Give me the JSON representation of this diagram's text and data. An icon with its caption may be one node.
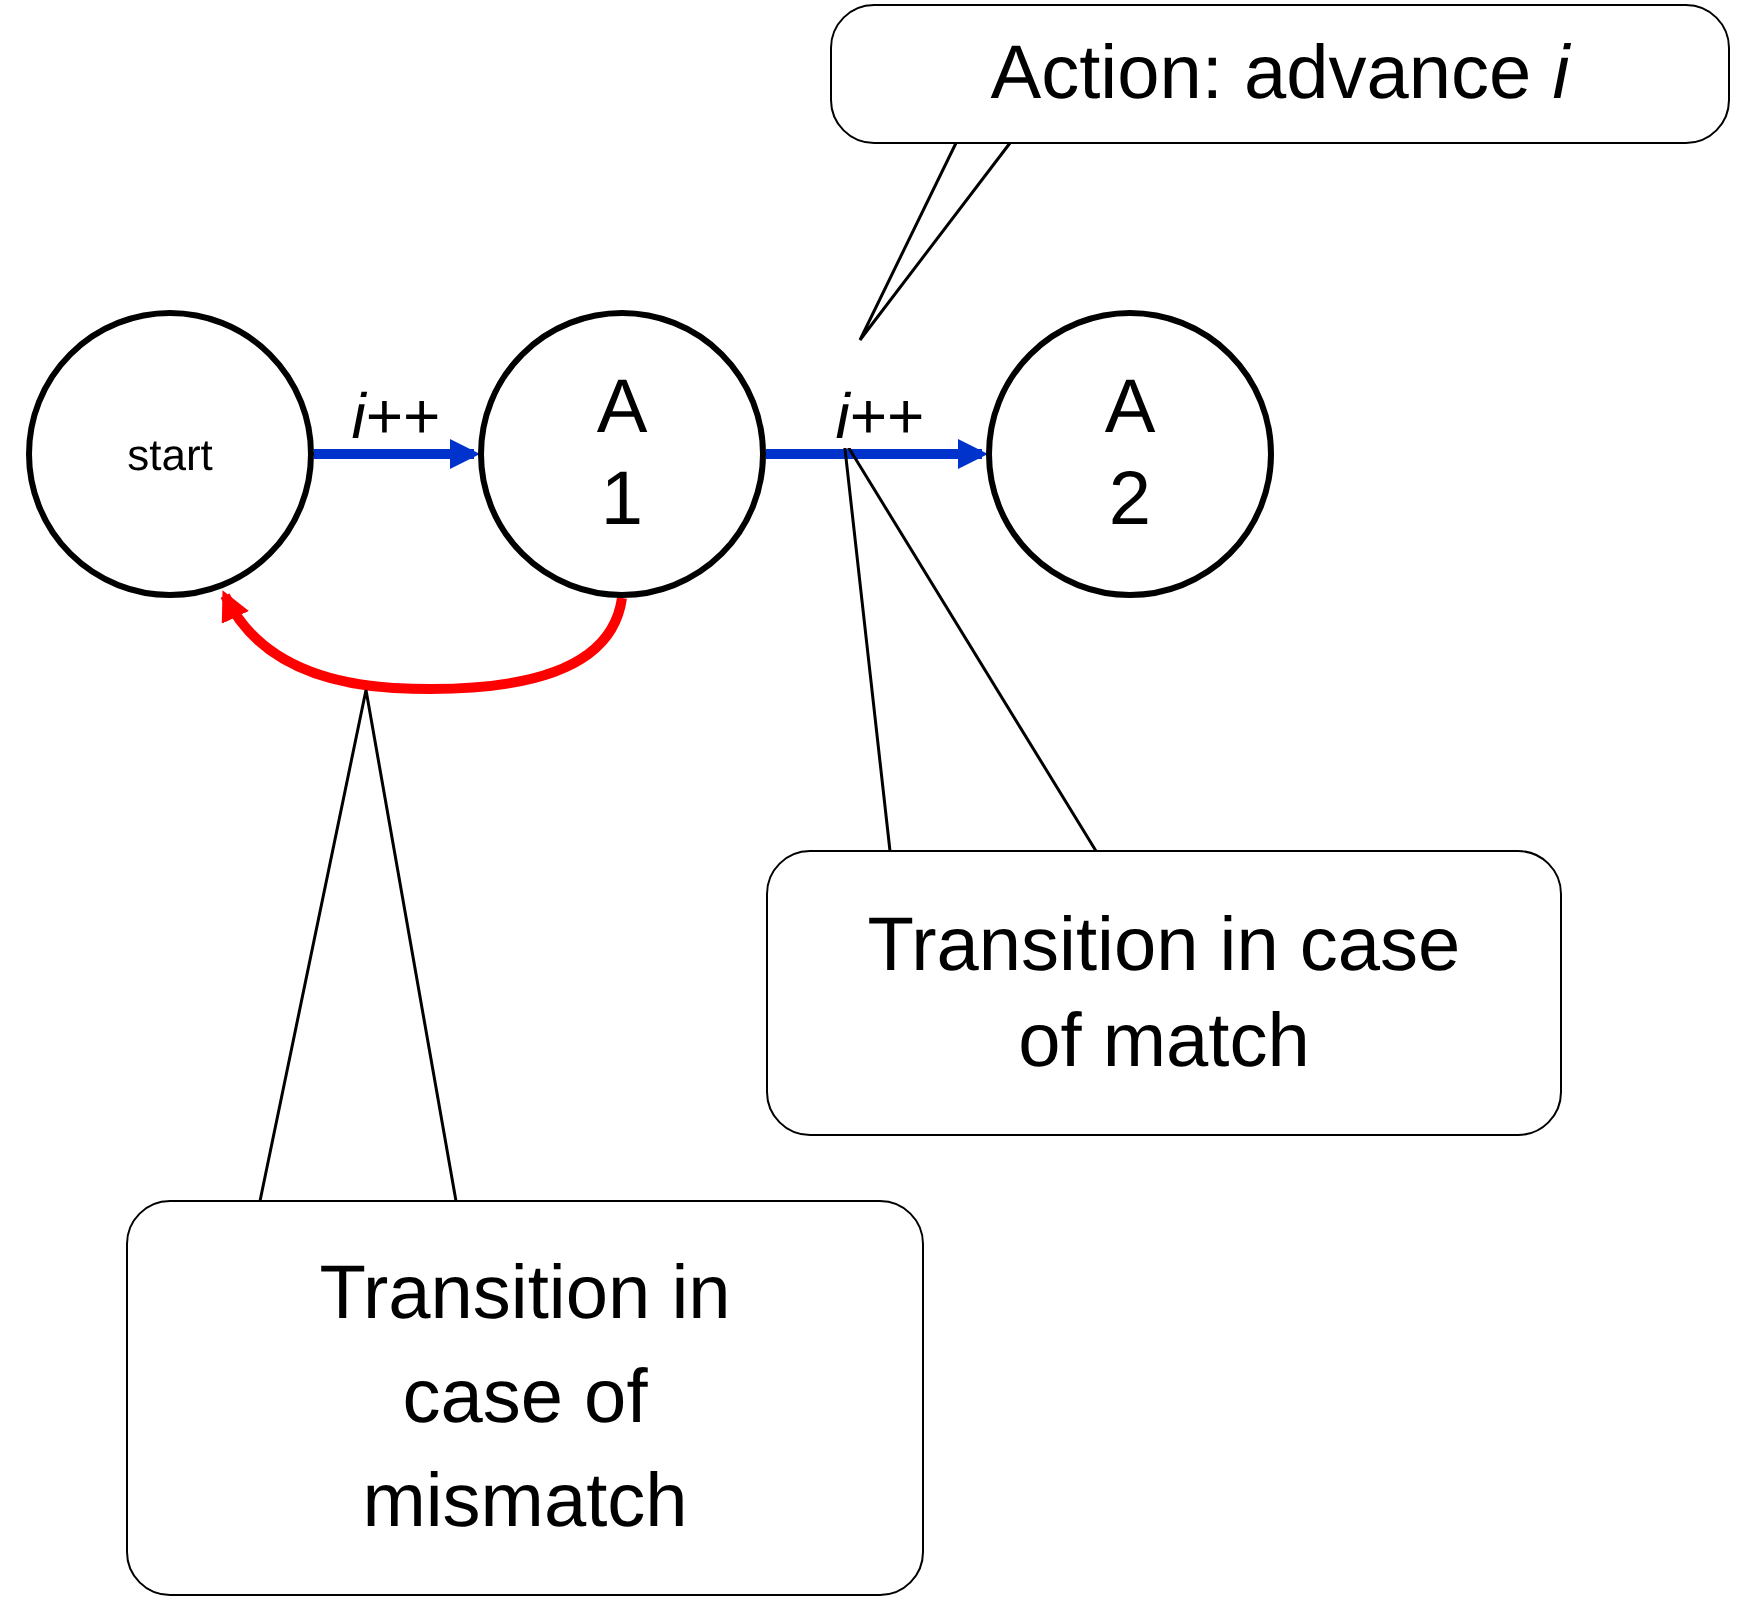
{
  "diagram": {
    "nodes": [
      {
        "text": [
          "start"
        ]
      },
      {
        "text": [
          "A 1"
        ]
      },
      {
        "text": [
          "A 2"
        ]
      },
      {
        "text": [
          "Action: advance *i*"
        ]
      },
      {
        "text": [
          "Transition in case of match"
        ]
      },
      {
        "text": [
          "Transition in case of mismatch"
        ]
      }
    ],
    "edges": [
      {
        "from": 0,
        "to": 1,
        "arrow": "to",
        "label": "*i*++",
        "style": "thick",
        "color": "#0033cc"
      },
      {
        "from": 1,
        "to": 2,
        "arrow": "to",
        "label": "*i*++",
        "style": "thick",
        "color": "#0033cc"
      },
      {
        "from": 1,
        "to": 0,
        "arrow": "to",
        "style": "thick",
        "color": "#ff0000"
      },
      {
        "from": 3,
        "to": null,
        "arrow": "none"
      },
      {
        "from": 4,
        "to": null,
        "arrow": "none"
      },
      {
        "from": 5,
        "to": null,
        "arrow": "none"
      }
    ]
  }
}
